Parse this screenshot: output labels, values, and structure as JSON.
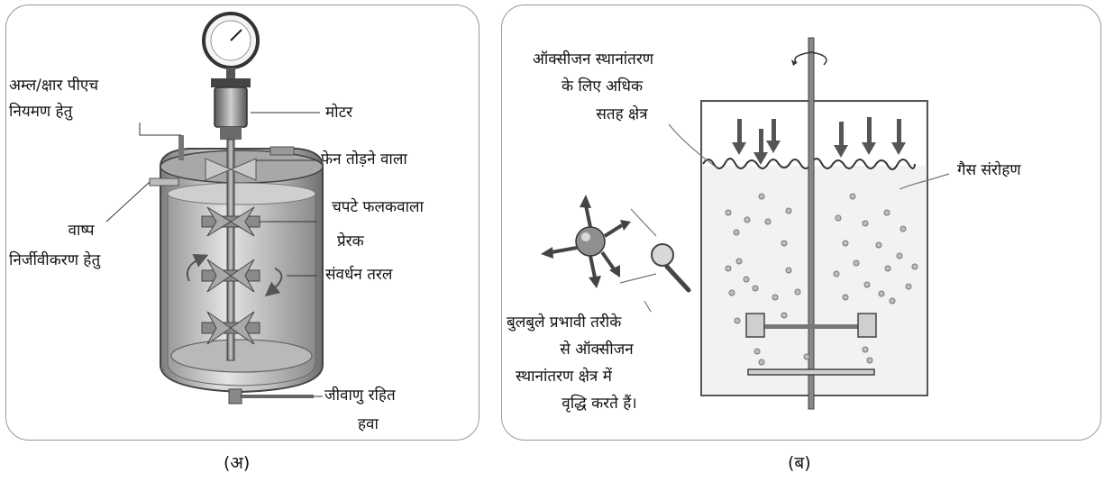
{
  "panel_a": {
    "caption": "(अ)",
    "labels": {
      "acid_alkali_l1": "अम्ल/क्षार पीएच",
      "acid_alkali_l2": "नियमण हेतु",
      "motor": "मोटर",
      "foam_breaker": "फेन तोड़ने वाला",
      "steam_l1": "वाष्प",
      "steam_l2": "निर्जीवीकरण हेतु",
      "impeller_l1": "चपटे फलकवाला",
      "impeller_l2": "प्रेरक",
      "culture_liquid": "संवर्धन तरल",
      "sterile_air_l1": "जीवाणु रहित",
      "sterile_air_l2": "हवा"
    }
  },
  "panel_b": {
    "caption": "(ब)",
    "labels": {
      "surface_l1": "ऑक्सीजन स्थानांतरण",
      "surface_l2": "के लिए अधिक",
      "surface_l3": "सतह क्षेत्र",
      "gas_sparging": "गैस संरोहण",
      "bubbles_l1": "बुलबुले प्रभावी तरीके",
      "bubbles_l2": "से ऑक्सीजन",
      "bubbles_l3": "स्थानांतरण क्षेत्र में",
      "bubbles_l4": "वृद्धि करते हैं।"
    }
  }
}
